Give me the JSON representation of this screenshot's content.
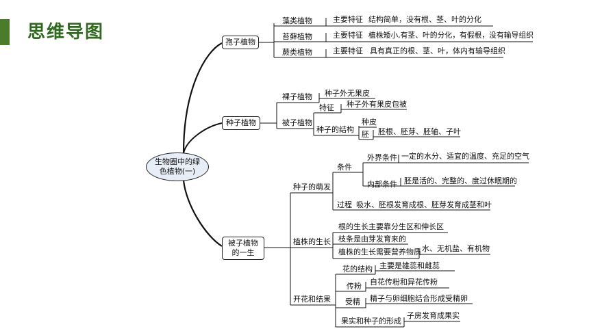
{
  "header": {
    "title": "思维导图"
  },
  "root": {
    "line1": "生物圈中的绿",
    "line2": "色植物(一)"
  },
  "spore": {
    "label": "孢子植物",
    "algae": {
      "name": "藻类植物",
      "key": "主要特征",
      "desc": "结构简单，没有根、茎、叶的分化"
    },
    "moss": {
      "name": "苔藓植物",
      "key": "主要特征",
      "desc": "植株矮小,有茎、叶的分化，有假根，没有输导组织"
    },
    "fern": {
      "name": "蕨类植物",
      "key": "主要特征",
      "desc": "具有真正的根、茎、叶，体内有输导组织"
    }
  },
  "seed": {
    "label": "种子植物",
    "gymno": {
      "name": "裸子植物",
      "feature": "种子外无果皮"
    },
    "angio": {
      "name": "被子植物",
      "feature_label": "特征",
      "feature": "种子外有果皮包被",
      "structure_label": "种子的结构",
      "coat": "种皮",
      "embryo": "胚",
      "embryo_parts": "胚根、胚芽、胚轴、子叶"
    }
  },
  "life": {
    "label_line1": "被子植物",
    "label_line2": "的一生",
    "germination": {
      "label": "种子的萌发",
      "conditions_label": "条件",
      "external_label": "外界条件",
      "external": "一定的水分、适宜的温度、充足的空气",
      "internal_label": "内部条件",
      "internal": "胚是活的、完整的、度过休眠期的",
      "process_label": "过程",
      "process": "吸水、胚根发育成根、胚芽发育成茎和叶"
    },
    "growth": {
      "label": "植株的生长",
      "root": "根的生长主要靠分生区和伸长区",
      "branch": "枝条是由芽发育来的",
      "nutrition": "植株的生长需要营养物质",
      "nutrients": "水、无机盐、有机物"
    },
    "flower": {
      "label": "开花和结果",
      "structure_label": "花的结构",
      "structure": "主要是雄蕊和雌蕊",
      "pollination_label": "传粉",
      "pollination": "自花传粉和异花传粉",
      "fertilization_label": "受精",
      "fertilization": "精子与卵细胞结合形成受精卵",
      "fruit_label": "果实和种子的形成",
      "fruit": "子房发育成果实"
    }
  }
}
